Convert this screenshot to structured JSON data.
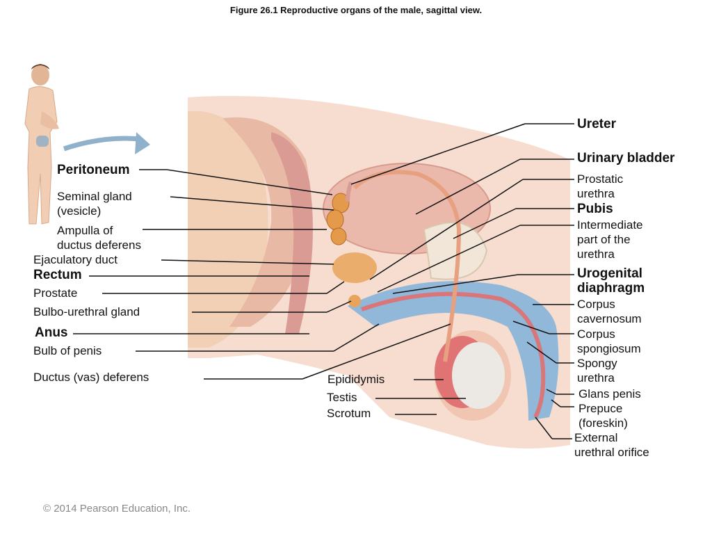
{
  "figure": {
    "title": "Figure 26.1  Reproductive organs of the male, sagittal view.",
    "copyright": "© 2014 Pearson Education, Inc."
  },
  "labels_left": {
    "peritoneum": "Peritoneum",
    "seminal_gland": "Seminal gland\n(vesicle)",
    "ampulla": "Ampulla of\nductus deferens",
    "ejaculatory_duct": "Ejaculatory duct",
    "rectum": "Rectum",
    "prostate": "Prostate",
    "bulbo_urethral_gland": "Bulbo-urethral gland",
    "anus": "Anus",
    "bulb_of_penis": "Bulb of penis",
    "ductus_deferens": "Ductus (vas) deferens"
  },
  "labels_bottom": {
    "epididymis": "Epididymis",
    "testis": "Testis",
    "scrotum": "Scrotum"
  },
  "labels_right": {
    "ureter": "Ureter",
    "urinary_bladder": "Urinary bladder",
    "prostatic_urethra": "Prostatic\nurethra",
    "pubis": "Pubis",
    "intermediate_urethra": "Intermediate\npart of the\nurethra",
    "urogenital_diaphragm": "Urogenital\ndiaphragm",
    "corpus_cavernosum": "Corpus\ncavernosum",
    "corpus_spongiosum": "Corpus\nspongiosum",
    "spongy_urethra": "Spongy\nurethra",
    "glans_penis": "Glans penis",
    "prepuce": "Prepuce\n(foreskin)",
    "external_urethral_orifice": "External\nurethral orifice"
  },
  "colors": {
    "skin": "#f4d9c6",
    "bladder": "#eab9ac",
    "seminal_gland": "#e39a4a",
    "spongy_tissue": "#7fb2d9",
    "testis": "#ece8e4",
    "bone": "#f1e6d7",
    "urethra": "#d9767a"
  }
}
